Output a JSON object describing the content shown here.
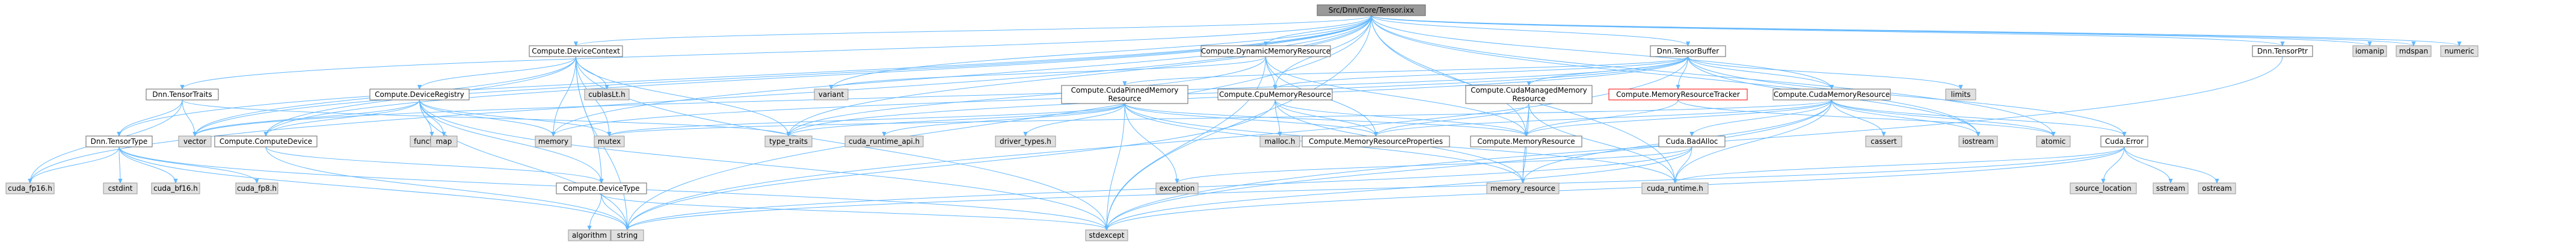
{
  "nodes": {
    "root": "Src/Dnn/Core/Tensor.ixx",
    "devctx": "Compute.DeviceContext",
    "dynmem": "Compute.DynamicMemoryResource",
    "tbuf": "Dnn.TensorBuffer",
    "tptr": "Dnn.TensorPtr",
    "iomanip": "iomanip",
    "mdspan": "mdspan",
    "numeric": "numeric",
    "ttraits": "Dnn.TensorTraits",
    "cublas": "cublasLt.h",
    "variant": "variant",
    "limits": "limits",
    "devreg": "Compute.DeviceRegistry",
    "pinned1": "Compute.CudaPinnedMemory",
    "pinned2": "Resource",
    "cpumem": "Compute.CpuMemoryResource",
    "managed1": "Compute.CudaManagedMemory",
    "managed2": "Resource",
    "tracker": "Compute.MemoryResourceTracker",
    "cudamem": "Compute.CudaMemoryResource",
    "ttype": "Dnn.TensorType",
    "vector": "vector",
    "compdev": "Compute.ComputeDevice",
    "functional": "functional",
    "map": "map",
    "memory": "memory",
    "mutex": "mutex",
    "typetraits": "type_traits",
    "runtimeapi": "cuda_runtime_api.h",
    "drivertypes": "driver_types.h",
    "malloc": "malloc.h",
    "memprops": "Compute.MemoryResourceProperties",
    "memres": "Compute.MemoryResource",
    "badalloc": "Cuda.BadAlloc",
    "cassert": "cassert",
    "iostream": "iostream",
    "atomic": "atomic",
    "cudaerror": "Cuda.Error",
    "fp16": "cuda_fp16.h",
    "cstdint": "cstdint",
    "bf16": "cuda_bf16.h",
    "fp8": "cuda_fp8.h",
    "devtype": "Compute.DeviceType",
    "exception": "exception",
    "memory_resource": "memory_resource",
    "runtime": "cuda_runtime.h",
    "srcloc": "source_location",
    "sstream": "sstream",
    "ostream": "ostream",
    "algorithm": "algorithm",
    "string": "string",
    "stdexcept": "stdexcept"
  }
}
